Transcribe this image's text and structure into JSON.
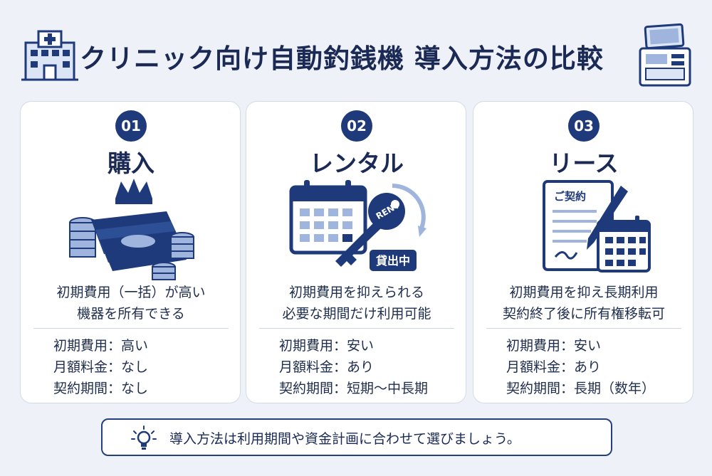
{
  "header": {
    "title": "クリニック向け自動釣銭機 導入方法の比較",
    "left_icon": "hospital-icon",
    "right_icon": "kiosk-icon"
  },
  "colors": {
    "navy": "#1e3a7a",
    "light_blue": "#9fb5dd",
    "background": "#eef1f7",
    "card": "#ffffff"
  },
  "cards": [
    {
      "number": "01",
      "title": "購入",
      "icon": "money-stack-crown-icon",
      "desc_lines": [
        "初期費用（一括）が高い",
        "機器を所有できる"
      ],
      "terms": [
        "初期費用：高い",
        "月額料金：なし",
        "契約期間：なし"
      ]
    },
    {
      "number": "02",
      "title": "レンタル",
      "icon": "calendar-key-icon",
      "badge": "貸出中",
      "tag": "RENT",
      "desc_lines": [
        "初期費用を抑えられる",
        "必要な期間だけ利用可能"
      ],
      "terms": [
        "初期費用：安い",
        "月額料金：あり",
        "契約期間：短期〜中長期"
      ]
    },
    {
      "number": "03",
      "title": "リース",
      "icon": "contract-pen-calendar-icon",
      "doc_label": "ご契約",
      "desc_lines": [
        "初期費用を抑え長期利用",
        "契約終了後に所有権移転可"
      ],
      "terms": [
        "初期費用：安い",
        "月額料金：あり",
        "契約期間：長期（数年）"
      ]
    }
  ],
  "tip": {
    "icon": "lightbulb-icon",
    "text": "導入方法は利用期間や資金計画に合わせて選びましょう。"
  }
}
